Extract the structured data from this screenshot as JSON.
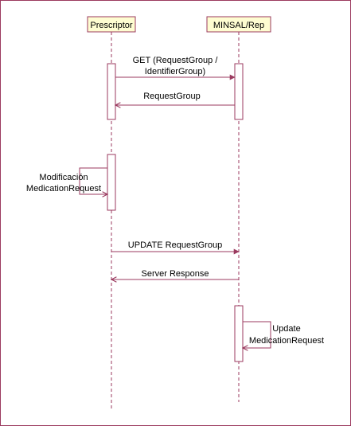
{
  "colors": {
    "line": "#9b3a5f",
    "participant_fill": "#fefdd1",
    "participant_border": "#9b3a5f",
    "activation_fill": "#ffffff",
    "frame_border": "#9b3a5f",
    "text": "#000000"
  },
  "participants": {
    "prescriptor": "Prescriptor",
    "minsal": "MINSAL/Rep"
  },
  "messages": {
    "get_line1": "GET (RequestGroup /",
    "get_line2": "IdentifierGroup)",
    "request_group_return": "RequestGroup",
    "modificacion_line1": "Modificación",
    "modificacion_line2": "MedicationRequest",
    "update_request_group": "UPDATE RequestGroup",
    "server_response": "Server Response",
    "update_line1": "Update",
    "update_line2": "MedicationRequest"
  }
}
